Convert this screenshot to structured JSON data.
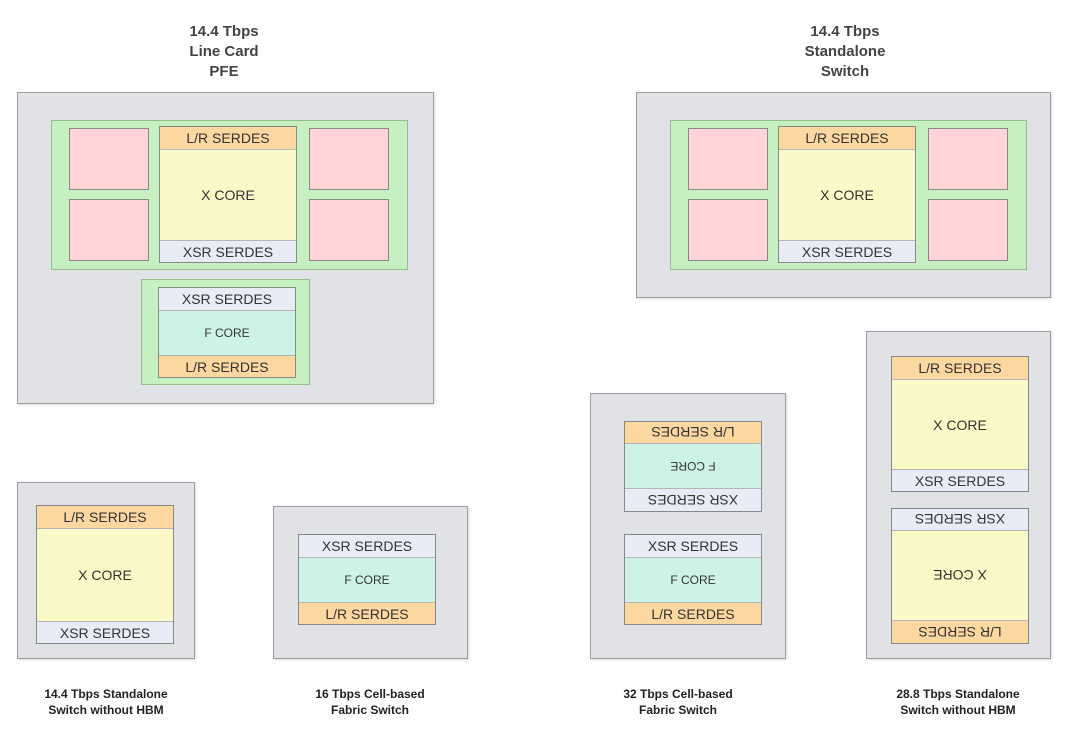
{
  "titles": {
    "line_card_pfe": [
      "14.4 Tbps",
      "Line Card",
      "PFE"
    ],
    "standalone_switch": [
      "14.4 Tbps",
      "Standalone",
      "Switch"
    ]
  },
  "captions": {
    "standalone_no_hbm_14": [
      "14.4 Tbps  Standalone",
      "Switch without HBM"
    ],
    "cell_fabric_16": [
      "16 Tbps Cell-based",
      "Fabric Switch"
    ],
    "cell_fabric_32": [
      "32 Tbps Cell-based",
      "Fabric Switch"
    ],
    "standalone_no_hbm_28": [
      "28.8 Tbps  Standalone",
      "Switch without HBM"
    ]
  },
  "labels": {
    "lr_serdes": "L/R SERDES",
    "xsr_serdes": "XSR SERDES",
    "x_core": "X CORE",
    "f_core": "F CORE"
  },
  "colors": {
    "package": "#e1e2e5",
    "interposer": "#c6f0c2",
    "hbm": "#ffd4d6",
    "lr_serdes": "#fdd7a0",
    "xsr_serdes": "#e8ecf6",
    "x_core": "#fcf9c8",
    "f_core": "#ccf3e6"
  }
}
